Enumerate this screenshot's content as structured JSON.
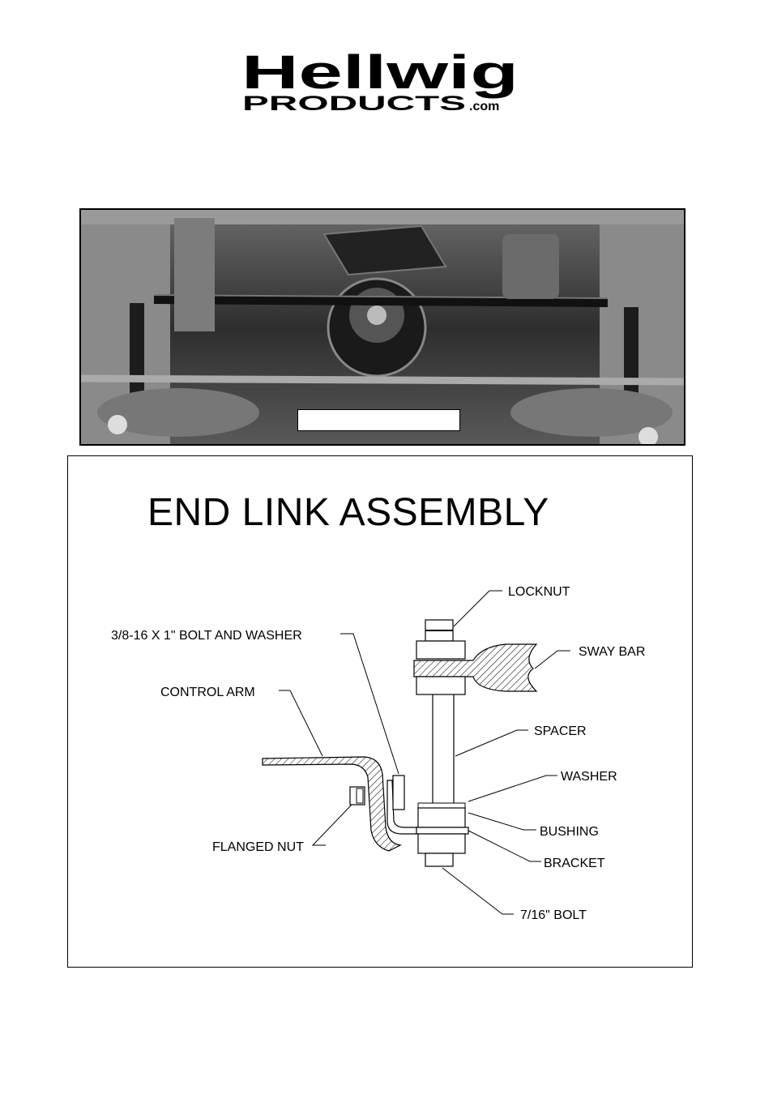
{
  "logo": {
    "brand": "Hellwig",
    "sub": "PRODUCTS",
    "suffix": ".com"
  },
  "photo": {
    "caption": ""
  },
  "diagram": {
    "title": "END LINK ASSEMBLY",
    "labels": {
      "locknut": "LOCKNUT",
      "bolt_washer": "3/8-16 X 1\" BOLT AND WASHER",
      "sway_bar": "SWAY BAR",
      "control_arm": "CONTROL ARM",
      "spacer": "SPACER",
      "washer": "WASHER",
      "bushing": "BUSHING",
      "flanged_nut": "FLANGED NUT",
      "bracket": "BRACKET",
      "bolt_716": "7/16\" BOLT"
    }
  }
}
